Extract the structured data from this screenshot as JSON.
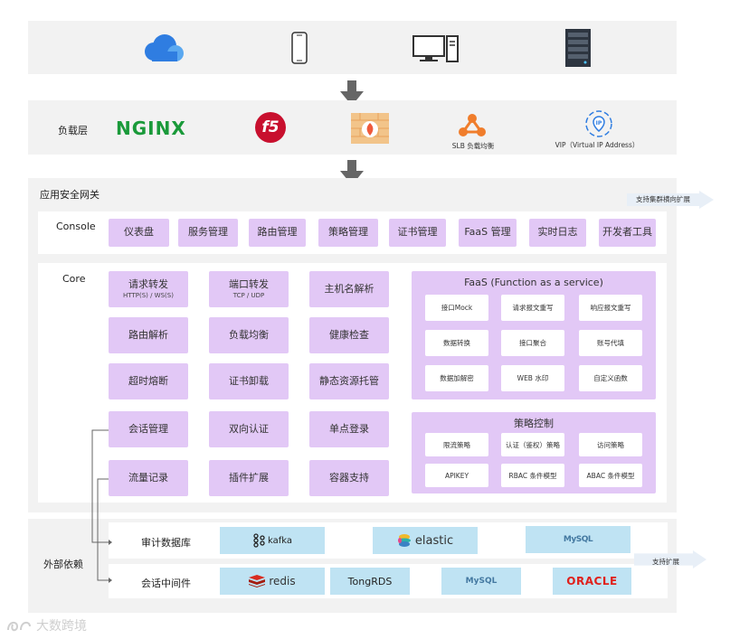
{
  "devices": [
    {
      "icon": "cloud-icon"
    },
    {
      "icon": "phone-icon"
    },
    {
      "icon": "desktop-icon"
    },
    {
      "icon": "server-icon"
    }
  ],
  "lb_layer": {
    "label": "负载层",
    "items": [
      {
        "icon": "nginx-logo",
        "text": "NGINX"
      },
      {
        "icon": "f5-logo",
        "text": "f5"
      },
      {
        "icon": "firewall-icon",
        "text": ""
      },
      {
        "icon": "slb-icon",
        "text": "SLB 负载均衡"
      },
      {
        "icon": "vip-icon",
        "text": "VIP（Virtual IP Address）",
        "badge": "IP"
      }
    ]
  },
  "gateway": {
    "title": "应用安全网关",
    "scale_note": "支持集群横向扩展",
    "console": {
      "label": "Console",
      "items": [
        "仪表盘",
        "服务管理",
        "路由管理",
        "策略管理",
        "证书管理",
        "FaaS 管理",
        "实时日志",
        "开发者工具"
      ]
    },
    "core": {
      "label": "Core",
      "items": [
        {
          "text": "请求转发",
          "sub": "HTTP(S) / WS(S)"
        },
        {
          "text": "端口转发",
          "sub": "TCP / UDP"
        },
        {
          "text": "主机名解析",
          "sub": ""
        },
        {
          "text": "路由解析",
          "sub": ""
        },
        {
          "text": "负载均衡",
          "sub": ""
        },
        {
          "text": "健康检查",
          "sub": ""
        },
        {
          "text": "超时熔断",
          "sub": ""
        },
        {
          "text": "证书卸载",
          "sub": ""
        },
        {
          "text": "静态资源托管",
          "sub": ""
        },
        {
          "text": "会话管理",
          "sub": ""
        },
        {
          "text": "双向认证",
          "sub": ""
        },
        {
          "text": "单点登录",
          "sub": ""
        },
        {
          "text": "流量记录",
          "sub": ""
        },
        {
          "text": "插件扩展",
          "sub": ""
        },
        {
          "text": "容器支持",
          "sub": ""
        }
      ],
      "faas": {
        "title": "FaaS (Function as a service)",
        "items": [
          "接口Mock",
          "请求报文重写",
          "响应报文重写",
          "数据转换",
          "接口聚合",
          "账号代填",
          "数据加解密",
          "WEB 水印",
          "自定义函数"
        ]
      },
      "policy": {
        "title": "策略控制",
        "items": [
          "限流策略",
          "认证（鉴权）策略",
          "访问策略",
          "APIKEY",
          "RBAC 条件模型",
          "ABAC 条件模型"
        ]
      }
    }
  },
  "external": {
    "label": "外部依赖",
    "scale_note": "支持扩展",
    "audit_db": {
      "label": "审计数据库",
      "items": [
        {
          "icon": "kafka-logo",
          "text": "kafka"
        },
        {
          "icon": "elastic-logo",
          "text": "elastic"
        },
        {
          "icon": "mysql-logo",
          "text": "MySQL"
        }
      ]
    },
    "session_mw": {
      "label": "会话中间件",
      "items": [
        {
          "icon": "redis-logo",
          "text": "redis"
        },
        {
          "icon": "",
          "text": "TongRDS"
        },
        {
          "icon": "mysql-logo",
          "text": "MySQL"
        },
        {
          "icon": "oracle-logo",
          "text": "ORACLE"
        }
      ]
    }
  },
  "watermark": "大数跨境",
  "colors": {
    "band": "#f2f2f2",
    "purple_box": "#e2c8f6",
    "blue_box": "#bfe3f3",
    "arrow": "#666666",
    "nginx": "#1a9a3a",
    "f5": "#c8102e",
    "oracle": "#e0201b"
  }
}
